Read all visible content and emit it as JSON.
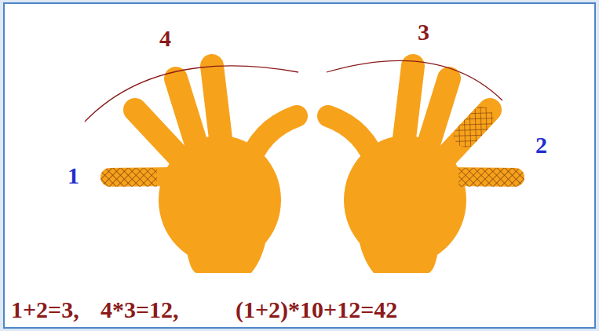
{
  "diagram": {
    "labels": [
      "4",
      "3",
      "1",
      "2",
      "1+2=3,",
      "4*3=12,",
      "(1+2)*10+12=42"
    ]
  }
}
